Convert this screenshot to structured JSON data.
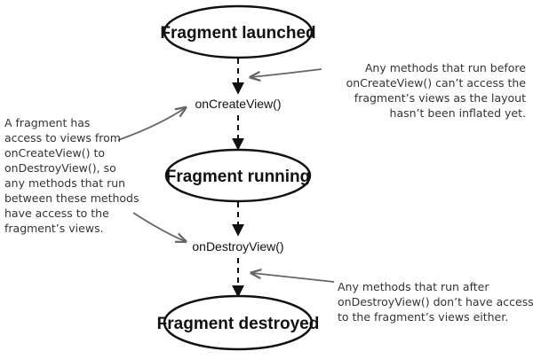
{
  "diagram": {
    "states": {
      "launched": "Fragment launched",
      "running": "Fragment running",
      "destroyed": "Fragment destroyed"
    },
    "methods": {
      "create_view": "onCreateView()",
      "destroy_view": "onDestroyView()"
    },
    "annotations": {
      "before_create_view": "Any methods that run before\nonCreateView() can’t access the\nfragment’s views as the layout\nhasn’t been inflated yet.",
      "between_methods": "A fragment has\naccess to views from\nonCreateView() to\nonDestroyView(), so\nany methods that run\nbetween these methods\nhave access to the\nfragment’s views.",
      "after_destroy_view": "Any methods that run after\nonDestroyView() don’t have access\nto the fragment’s views either."
    }
  }
}
